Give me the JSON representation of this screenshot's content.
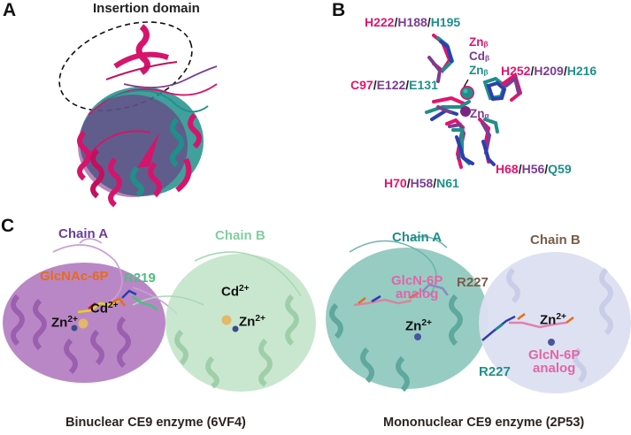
{
  "colors": {
    "magenta": "#e0146e",
    "purple": "#7a3d91",
    "teal": "#1f8f8a",
    "chainA_binuclear": "#b27ac0",
    "chainB_binuclear": "#a8d8b4",
    "chainA_mononuclear": "#6fb5aa",
    "chainB_mononuclear": "#c9cde8",
    "orange_ligand": "#e86b1a",
    "pink_ligand": "#e066a8",
    "brown_label": "#7a5c48",
    "green_label": "#4cbf80"
  },
  "panelA": {
    "letter": "A",
    "title": "Insertion domain"
  },
  "panelB": {
    "letter": "B",
    "residues": {
      "top": {
        "a": "H222",
        "b": "H188",
        "c": "H195"
      },
      "right": {
        "a": "H252",
        "b": "H209",
        "c": "H216"
      },
      "left": {
        "a": "C97",
        "b": "E122",
        "c": "E131"
      },
      "bot_right": {
        "a": "H68",
        "b": "H56",
        "c": "Q59"
      },
      "bot_left": {
        "a": "H70",
        "b": "H58",
        "c": "N61"
      }
    },
    "sep": "/",
    "metals": {
      "zn_beta_1": {
        "base": "Zn",
        "sub": "β"
      },
      "cd_beta": {
        "base": "Cd",
        "sub": "β"
      },
      "zn_beta_2": {
        "base": "Zn",
        "sub": "β"
      },
      "zn_alpha": {
        "base": "Zn",
        "sub": "α"
      }
    }
  },
  "panelC": {
    "letter": "C",
    "binuclear": {
      "chainA": "Chain A",
      "chainB": "Chain B",
      "ligand": "GlcNAc-6P",
      "residue": "R219",
      "metalsA": [
        {
          "base": "Zn",
          "sup": "2+"
        },
        {
          "base": "Cd",
          "sup": "2+"
        }
      ],
      "metalsB": [
        {
          "base": "Cd",
          "sup": "2+"
        },
        {
          "base": "Zn",
          "sup": "2+"
        }
      ],
      "caption": "Binuclear CE9 enzyme (6VF4)"
    },
    "mononuclear": {
      "chainA": "Chain A",
      "chainB": "Chain B",
      "ligandA": {
        "line1": "GlcN-6P",
        "line2": "analog"
      },
      "ligandB": {
        "line1": "GlcN-6P",
        "line2": "analog"
      },
      "residueA": "R227",
      "residueB": "R227",
      "metalA": {
        "base": "Zn",
        "sup": "2+"
      },
      "metalB": {
        "base": "Zn",
        "sup": "2+"
      },
      "caption": "Mononuclear CE9 enzyme (2P53)"
    }
  }
}
